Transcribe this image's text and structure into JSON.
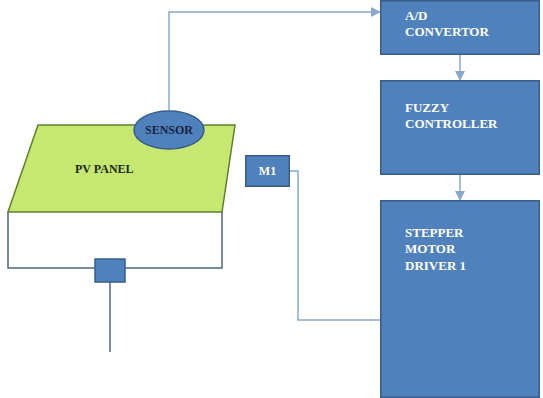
{
  "diagram": {
    "nodes": [
      {
        "text": [
          "PV PANEL"
        ]
      },
      {
        "text": [
          "SENSOR"
        ],
        "in": 0
      },
      {
        "text": [
          "A/D CONVERTOR"
        ]
      },
      {
        "text": [
          "FUZZY CONTROLLER"
        ]
      },
      {
        "text": [
          "M1"
        ]
      },
      {
        "text": [
          "STEPPER MOTOR DRIVER 1"
        ]
      }
    ],
    "edges": [
      {
        "from": 1,
        "to": 2,
        "arrow": "to"
      },
      {
        "from": 2,
        "to": 3,
        "arrow": "to"
      },
      {
        "from": 3,
        "to": 5,
        "arrow": "to"
      },
      {
        "from": 4,
        "to": 5,
        "arrow": "none"
      }
    ]
  }
}
